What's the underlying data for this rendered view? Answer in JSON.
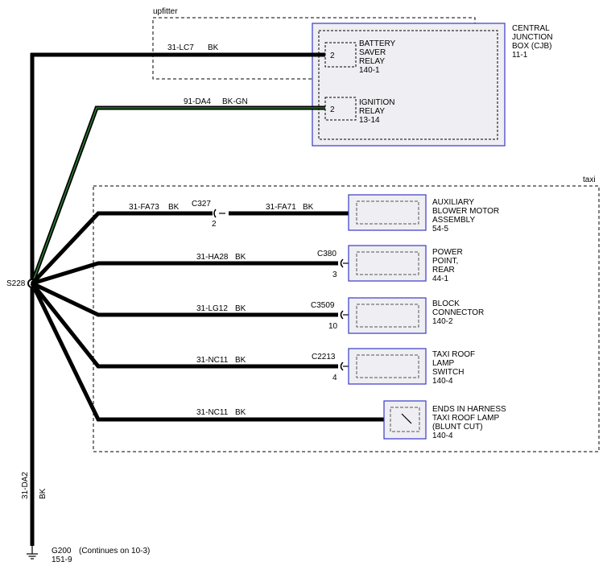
{
  "zones": {
    "upfitter": "upfitter",
    "taxi": "taxi"
  },
  "cjb": {
    "line1": "CENTRAL",
    "line2": "JUNCTION",
    "line3": "BOX (CJB)",
    "ref": "11-1"
  },
  "relays": {
    "battery": {
      "pin": "2",
      "l1": "BATTERY",
      "l2": "SAVER",
      "l3": "RELAY",
      "ref": "140-1"
    },
    "ignition": {
      "pin": "2",
      "l1": "IGNITION",
      "l2": "RELAY",
      "ref": "13-14"
    }
  },
  "splice": {
    "name": "S228"
  },
  "wires": {
    "w1": {
      "circuit": "31-LC7",
      "color": "BK"
    },
    "w2": {
      "circuit": "91-DA4",
      "color": "BK-GN"
    },
    "w3a": {
      "circuit": "31-FA73",
      "color": "BK"
    },
    "w3b": {
      "circuit": "31-FA71",
      "color": "BK"
    },
    "w4": {
      "circuit": "31-HA28",
      "color": "BK"
    },
    "w5": {
      "circuit": "31-LG12",
      "color": "BK"
    },
    "w6": {
      "circuit": "31-NC11",
      "color": "BK"
    },
    "w7": {
      "circuit": "31-NC11",
      "color": "BK"
    },
    "ground_wire": {
      "circuit": "31-DA2",
      "color": "BK"
    }
  },
  "connectors": {
    "c327": {
      "name": "C327",
      "pin": "2"
    },
    "c380": {
      "name": "C380",
      "pin": "3"
    },
    "c3509": {
      "name": "C3509",
      "pin": "10"
    },
    "c2213": {
      "name": "C2213",
      "pin": "4"
    }
  },
  "components": {
    "blower": {
      "l1": "AUXILIARY",
      "l2": "BLOWER MOTOR",
      "l3": "ASSEMBLY",
      "ref": "54-5"
    },
    "power_point": {
      "l1": "POWER",
      "l2": "POINT,",
      "l3": "REAR",
      "ref": "44-1"
    },
    "block": {
      "l1": "BLOCK",
      "l2": "CONNECTOR",
      "ref": "140-2"
    },
    "roof_switch": {
      "l1": "TAXI ROOF",
      "l2": "LAMP",
      "l3": "SWITCH",
      "ref": "140-4"
    },
    "harness_end": {
      "l1": "ENDS IN HARNESS",
      "l2": "TAXI ROOF LAMP",
      "l3": "(BLUNT CUT)",
      "ref": "140-4"
    }
  },
  "ground": {
    "name": "G200",
    "ref": "151-9",
    "note": "(Continues on 10-3)"
  },
  "colors": {
    "wire": "#000000",
    "wire_green_stripe": "#2e7d32",
    "component_border": "#3838c8",
    "component_fill": "#efeff3"
  }
}
